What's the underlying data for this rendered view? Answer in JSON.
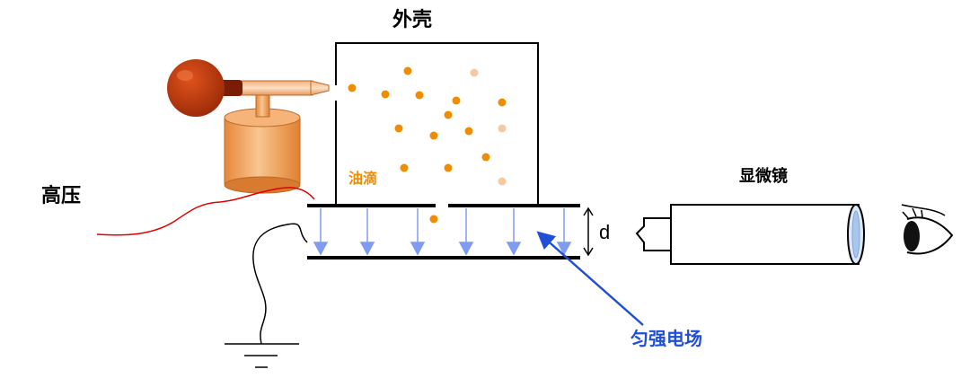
{
  "labels": {
    "casing": "外壳",
    "high_voltage": "高压",
    "oil_drops": "油滴",
    "microscope": "显微镜",
    "uniform_field": "匀强电场",
    "plate_gap": "d"
  },
  "colors": {
    "oil_drop": "#f08c00",
    "faded_drop": "#f6c9a0",
    "field_arrow": "#7f9cf2",
    "field_label": "#1f4fd6",
    "wire": "#e00000",
    "bulb": "#c0360e",
    "sprayer": "#f0a058"
  },
  "icons": [
    "rubber-bulb-icon",
    "sprayer-icon",
    "microscope-icon",
    "eye-icon",
    "ground-symbol-icon"
  ]
}
